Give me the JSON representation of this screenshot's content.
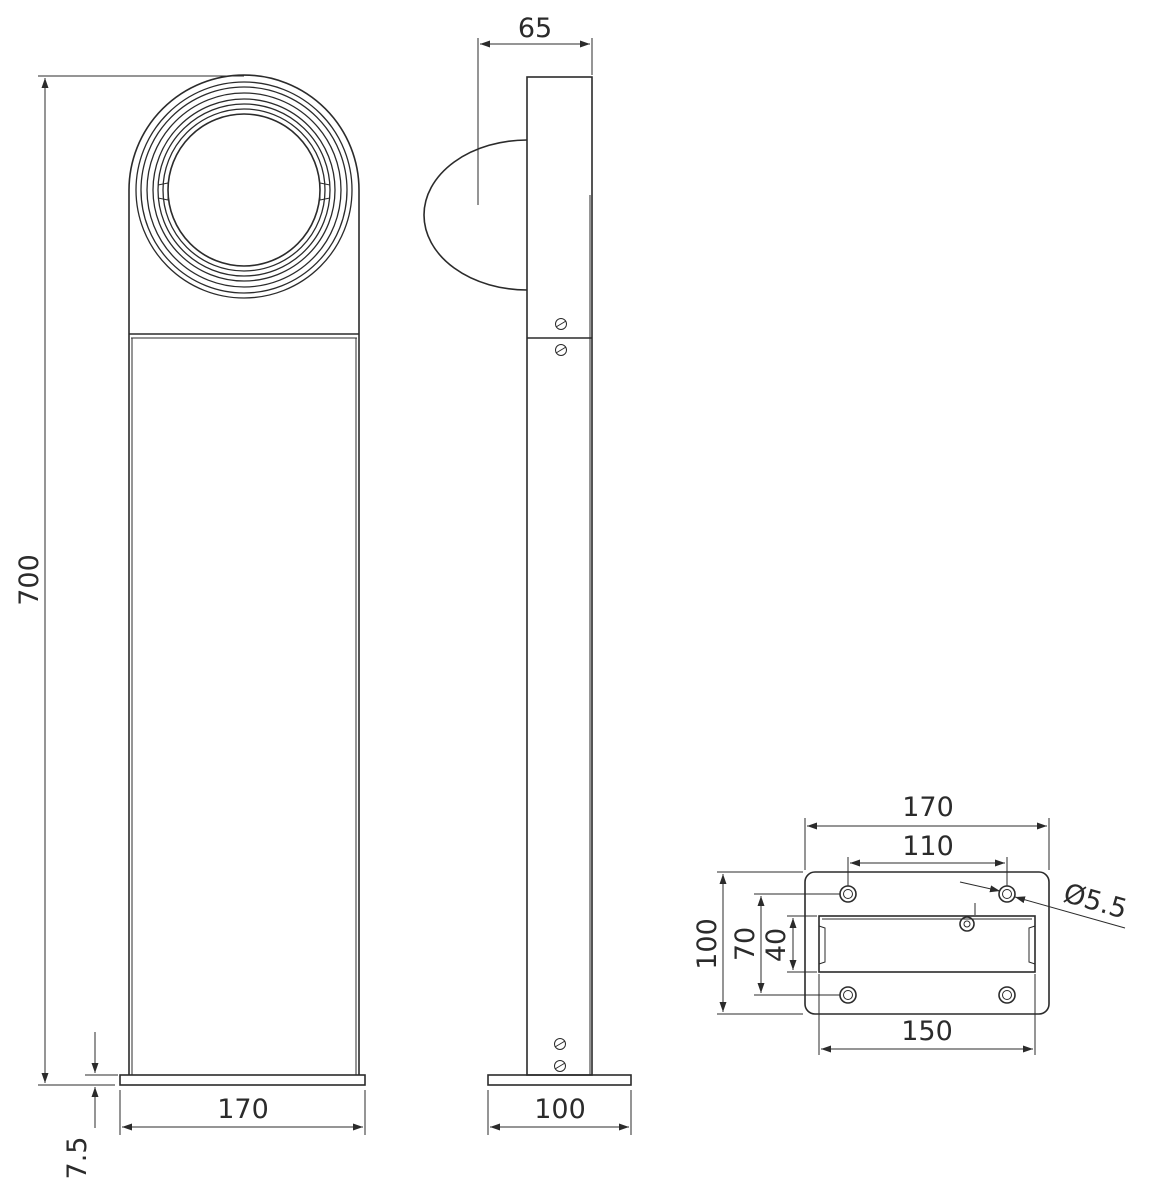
{
  "dimensions": {
    "front_height": "700",
    "front_base_width": "170",
    "base_thickness": "7.5",
    "side_depth": "65",
    "side_base_width": "100",
    "plate_width": "170",
    "plate_hole_spacing_x": "110",
    "plate_inner_width": "150",
    "plate_height": "100",
    "plate_hole_spacing_y": "70",
    "plate_slot_height": "40",
    "hole_diameter": "Ø5.5"
  },
  "colors": {
    "line": "#2b2b2b",
    "background": "#ffffff"
  }
}
